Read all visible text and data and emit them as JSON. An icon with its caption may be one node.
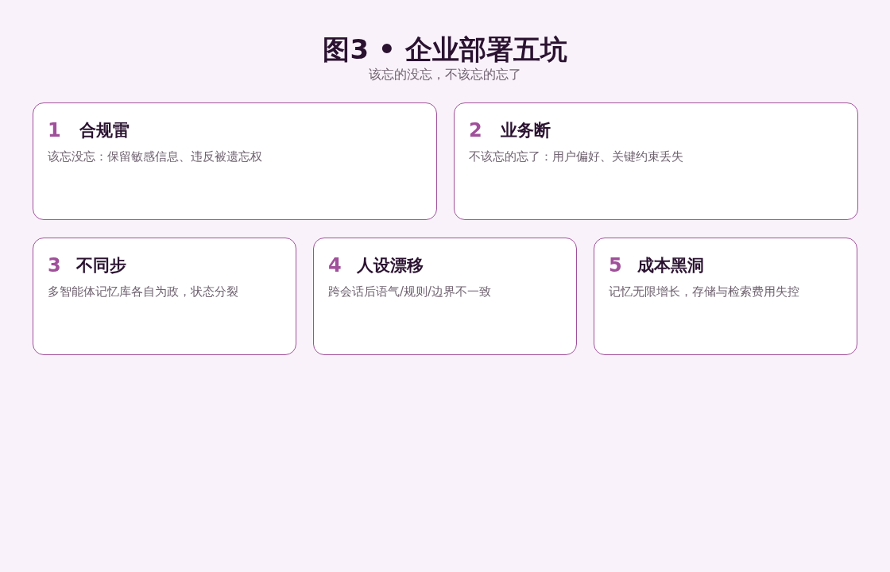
{
  "diagram": {
    "title": "图3 • 企业部署五坑",
    "caption": "该忘的没忘，不该忘的忘了",
    "nodes": [
      {
        "text": [
          "1",
          "合规雷",
          "该忘没忘：保留敏感信息、违反被遗忘权"
        ]
      },
      {
        "text": [
          "2",
          "业务断",
          "不该忘的忘了：用户偏好、关键约束丢失"
        ]
      },
      {
        "text": [
          "3",
          "不同步",
          "多智能体记忆库各自为政，状态分裂"
        ]
      },
      {
        "text": [
          "4",
          "人设漂移",
          "跨会话后语气/规则/边界不一致"
        ]
      },
      {
        "text": [
          "5",
          "成本黑洞",
          "记忆无限增长，存储与检索费用失控"
        ]
      }
    ]
  }
}
